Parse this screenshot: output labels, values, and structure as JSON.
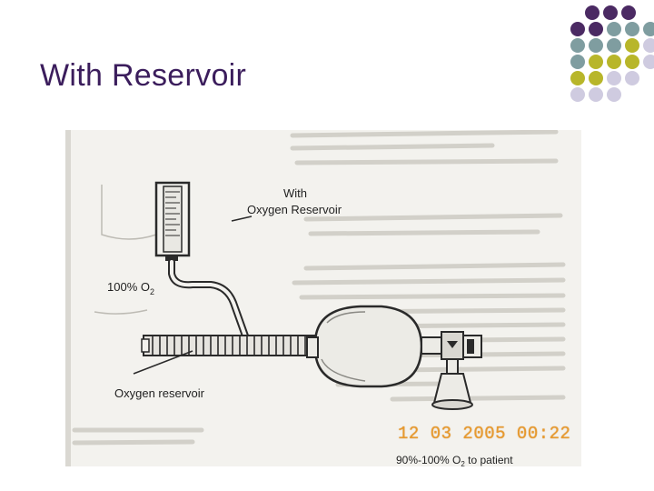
{
  "slide": {
    "title": "With Reservoir"
  },
  "figure": {
    "label_with": "With",
    "label_reservoir": "Oxygen Reservoir",
    "label_100": "100% O",
    "label_100_sub": "2",
    "label_oxygen_reservoir": "Oxygen reservoir",
    "label_patient_prefix": "90%-100% O",
    "label_patient_sub": "2",
    "label_patient_suffix": " to patient",
    "timestamp": "12 03 2005 00:22"
  },
  "colors": {
    "title": "#3b1d5c",
    "purple": "#4b2a63",
    "teal": "#7f9da0",
    "olive": "#b8b62a",
    "lavender": "#cfcbe0",
    "stamp": "#e89a2e"
  }
}
